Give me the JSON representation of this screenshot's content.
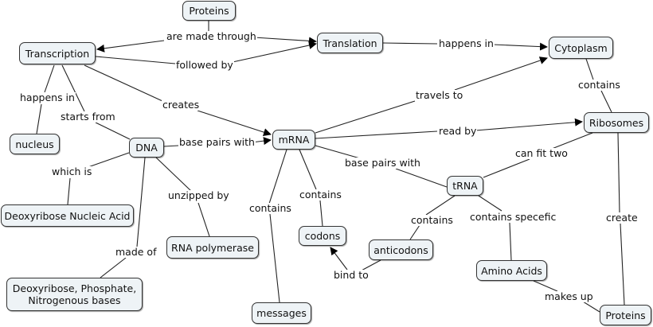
{
  "diagram": {
    "type": "concept-map",
    "nodes": {
      "proteins_top": "Proteins",
      "transcription": "Transcription",
      "translation": "Translation",
      "cytoplasm": "Cytoplasm",
      "ribosomes": "Ribosomes",
      "nucleus": "nucleus",
      "dna": "DNA",
      "mrna": "mRNA",
      "trna": "tRNA",
      "dna_name": "Deoxyribose Nucleic Acid",
      "rna_polymerase": "RNA polymerase",
      "components": "Deoxyribose, Phosphate,\nNitrogenous bases",
      "codons": "codons",
      "anticodons": "anticodons",
      "amino_acids": "Amino Acids",
      "messages": "messages",
      "proteins_bottom": "Proteins"
    },
    "links": {
      "are_made_through": "are made through",
      "followed_by": "followed by",
      "happens_in_translation": "happens in",
      "happens_in_transcription": "happens in",
      "starts_from": "starts from",
      "creates": "creates",
      "travels_to": "travels to",
      "contains_cytoplasm": "contains",
      "read_by": "read by",
      "base_pairs_with_dna": "base pairs with",
      "base_pairs_with_mrna": "base pairs with",
      "can_fit_two": "can fit two",
      "which_is": "which is",
      "unzipped_by": "unzipped by",
      "made_of": "made of",
      "contains_mrna_messages": "contains",
      "contains_mrna_codons": "contains",
      "contains_trna_anticodons": "contains",
      "contains_specific": "contains specefic",
      "bind_to": "bind to",
      "makes_up": "makes up",
      "create": "create"
    },
    "propositions": [
      [
        "Proteins",
        "are made through",
        "Transcription"
      ],
      [
        "Proteins",
        "are made through",
        "Translation"
      ],
      [
        "Transcription",
        "followed by",
        "Translation"
      ],
      [
        "Translation",
        "happens in",
        "Cytoplasm"
      ],
      [
        "Transcription",
        "happens in",
        "nucleus"
      ],
      [
        "Transcription",
        "starts from",
        "DNA"
      ],
      [
        "Transcription",
        "creates",
        "mRNA"
      ],
      [
        "DNA",
        "base pairs with",
        "mRNA"
      ],
      [
        "DNA",
        "which is",
        "Deoxyribose Nucleic Acid"
      ],
      [
        "DNA",
        "unzipped by",
        "RNA polymerase"
      ],
      [
        "DNA",
        "made of",
        "Deoxyribose, Phosphate, Nitrogenous bases"
      ],
      [
        "mRNA",
        "travels to",
        "Cytoplasm"
      ],
      [
        "mRNA",
        "read by",
        "Ribosomes"
      ],
      [
        "mRNA",
        "base pairs with",
        "tRNA"
      ],
      [
        "mRNA",
        "contains",
        "messages"
      ],
      [
        "mRNA",
        "contains",
        "codons"
      ],
      [
        "Cytoplasm",
        "contains",
        "Ribosomes"
      ],
      [
        "Ribosomes",
        "can fit two",
        "tRNA"
      ],
      [
        "Ribosomes",
        "create",
        "Proteins"
      ],
      [
        "tRNA",
        "contains",
        "anticodons"
      ],
      [
        "tRNA",
        "contains specefic",
        "Amino Acids"
      ],
      [
        "anticodons",
        "bind to",
        "codons"
      ],
      [
        "Amino Acids",
        "makes up",
        "Proteins"
      ]
    ],
    "colors": {
      "node_fill": "#eef3f6",
      "node_border": "#333333",
      "line": "#222222"
    }
  }
}
